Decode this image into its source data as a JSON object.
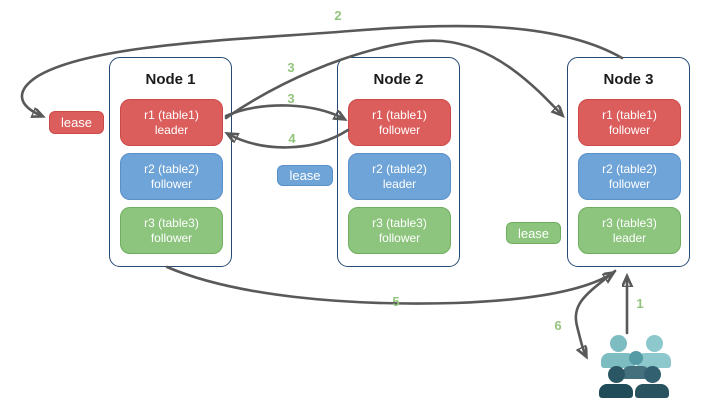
{
  "diagram": {
    "title_hint": "replica leader/follower lease diagram",
    "nodes": [
      {
        "title": "Node 1",
        "replicas": [
          {
            "name": "r1 (table1)",
            "role": "leader",
            "color": "red"
          },
          {
            "name": "r2 (table2)",
            "role": "follower",
            "color": "blue"
          },
          {
            "name": "r3 (table3)",
            "role": "follower",
            "color": "green"
          }
        ]
      },
      {
        "title": "Node 2",
        "replicas": [
          {
            "name": "r1 (table1)",
            "role": "follower",
            "color": "red"
          },
          {
            "name": "r2 (table2)",
            "role": "leader",
            "color": "blue"
          },
          {
            "name": "r3 (table3)",
            "role": "follower",
            "color": "green"
          }
        ]
      },
      {
        "title": "Node 3",
        "replicas": [
          {
            "name": "r1 (table1)",
            "role": "follower",
            "color": "red"
          },
          {
            "name": "r2 (table2)",
            "role": "follower",
            "color": "blue"
          },
          {
            "name": "r3 (table3)",
            "role": "leader",
            "color": "green"
          }
        ]
      }
    ],
    "leases": [
      {
        "label": "lease",
        "color": "red",
        "near": "left of Node 1 r1 leader"
      },
      {
        "label": "lease",
        "color": "blue",
        "near": "left of Node 2 r2 leader"
      },
      {
        "label": "lease",
        "color": "green",
        "near": "left of Node 3 r3 leader"
      }
    ],
    "steps": [
      "1",
      "2",
      "3",
      "4",
      "5",
      "6"
    ],
    "arrows": [
      {
        "step": "1",
        "from": "users",
        "to": "Node 3 bottom"
      },
      {
        "step": "2",
        "from": "Node 3 top",
        "to": "red lease badge"
      },
      {
        "step": "3",
        "from": "Node 1 r1 leader",
        "to": "Node 2 r1 follower"
      },
      {
        "step": "3",
        "from": "Node 1 r1 leader",
        "to": "Node 3 r1 follower"
      },
      {
        "step": "4",
        "from": "Node 2 r1 follower",
        "to": "Node 1 r1 leader"
      },
      {
        "step": "5",
        "from": "Node 1 bottom",
        "to": "Node 3 bottom"
      },
      {
        "step": "6",
        "from": "Node 3 bottom",
        "to": "users"
      }
    ],
    "colors": {
      "red_fill": "#db5e5c",
      "red_border": "#cb4a47",
      "blue_fill": "#6fa4d8",
      "blue_border": "#5a90c8",
      "green_fill": "#8dc57e",
      "green_border": "#6fae5e",
      "node_border": "#254a73",
      "arrow": "#595959",
      "step_label": "#93c47d",
      "users_back_teal": "#7dbcc0",
      "users_front_slate": "#2b5765"
    }
  }
}
